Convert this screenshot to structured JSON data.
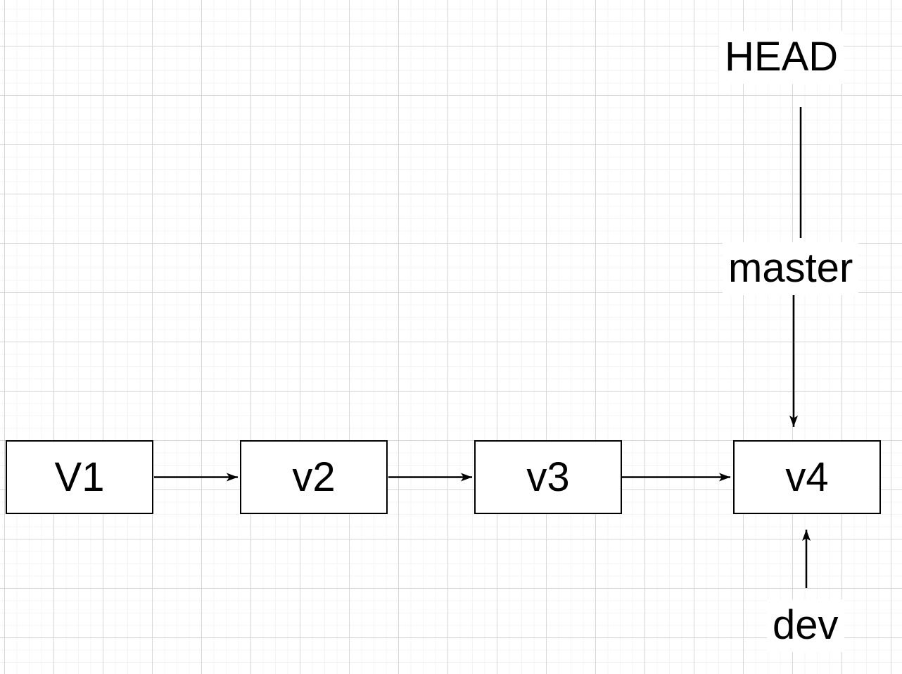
{
  "diagram": {
    "type": "git-commit-graph",
    "nodes": [
      {
        "id": "v1",
        "label": "V1"
      },
      {
        "id": "v2",
        "label": "v2"
      },
      {
        "id": "v3",
        "label": "v3"
      },
      {
        "id": "v4",
        "label": "v4"
      }
    ],
    "labels": {
      "head": "HEAD",
      "master": "master",
      "dev": "dev"
    },
    "edges": [
      {
        "from": "v1",
        "to": "v2",
        "arrow": true
      },
      {
        "from": "v2",
        "to": "v3",
        "arrow": true
      },
      {
        "from": "v3",
        "to": "v4",
        "arrow": true
      },
      {
        "from": "HEAD",
        "to": "master",
        "arrow": false
      },
      {
        "from": "master",
        "to": "v4",
        "arrow": true
      },
      {
        "from": "dev",
        "to": "v4",
        "arrow": true
      }
    ],
    "colors": {
      "stroke": "#000000",
      "node_fill": "#ffffff",
      "canvas_bg": "#ffffff",
      "grid_minor": "#f4f4f4",
      "grid_major": "#d6d6d6"
    }
  }
}
